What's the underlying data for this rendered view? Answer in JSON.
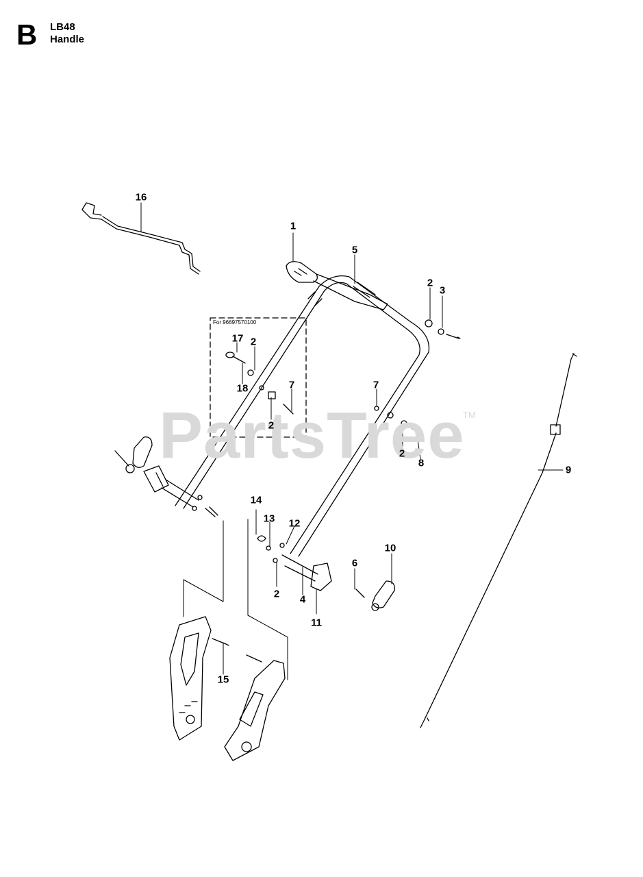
{
  "header": {
    "section_letter": "B",
    "model": "LB48",
    "title": "Handle"
  },
  "watermark": {
    "text": "PartsTree",
    "trademark": "TM"
  },
  "variant_note": "For 96697570100",
  "callouts": [
    "1",
    "2",
    "3",
    "2",
    "4",
    "2",
    "5",
    "6",
    "7",
    "7",
    "8",
    "9",
    "10",
    "11",
    "12",
    "13",
    "14",
    "15",
    "16",
    "17",
    "2",
    "18",
    "2"
  ],
  "colors": {
    "line": "#000000",
    "watermark": "#d9d9d9",
    "background": "#ffffff"
  }
}
